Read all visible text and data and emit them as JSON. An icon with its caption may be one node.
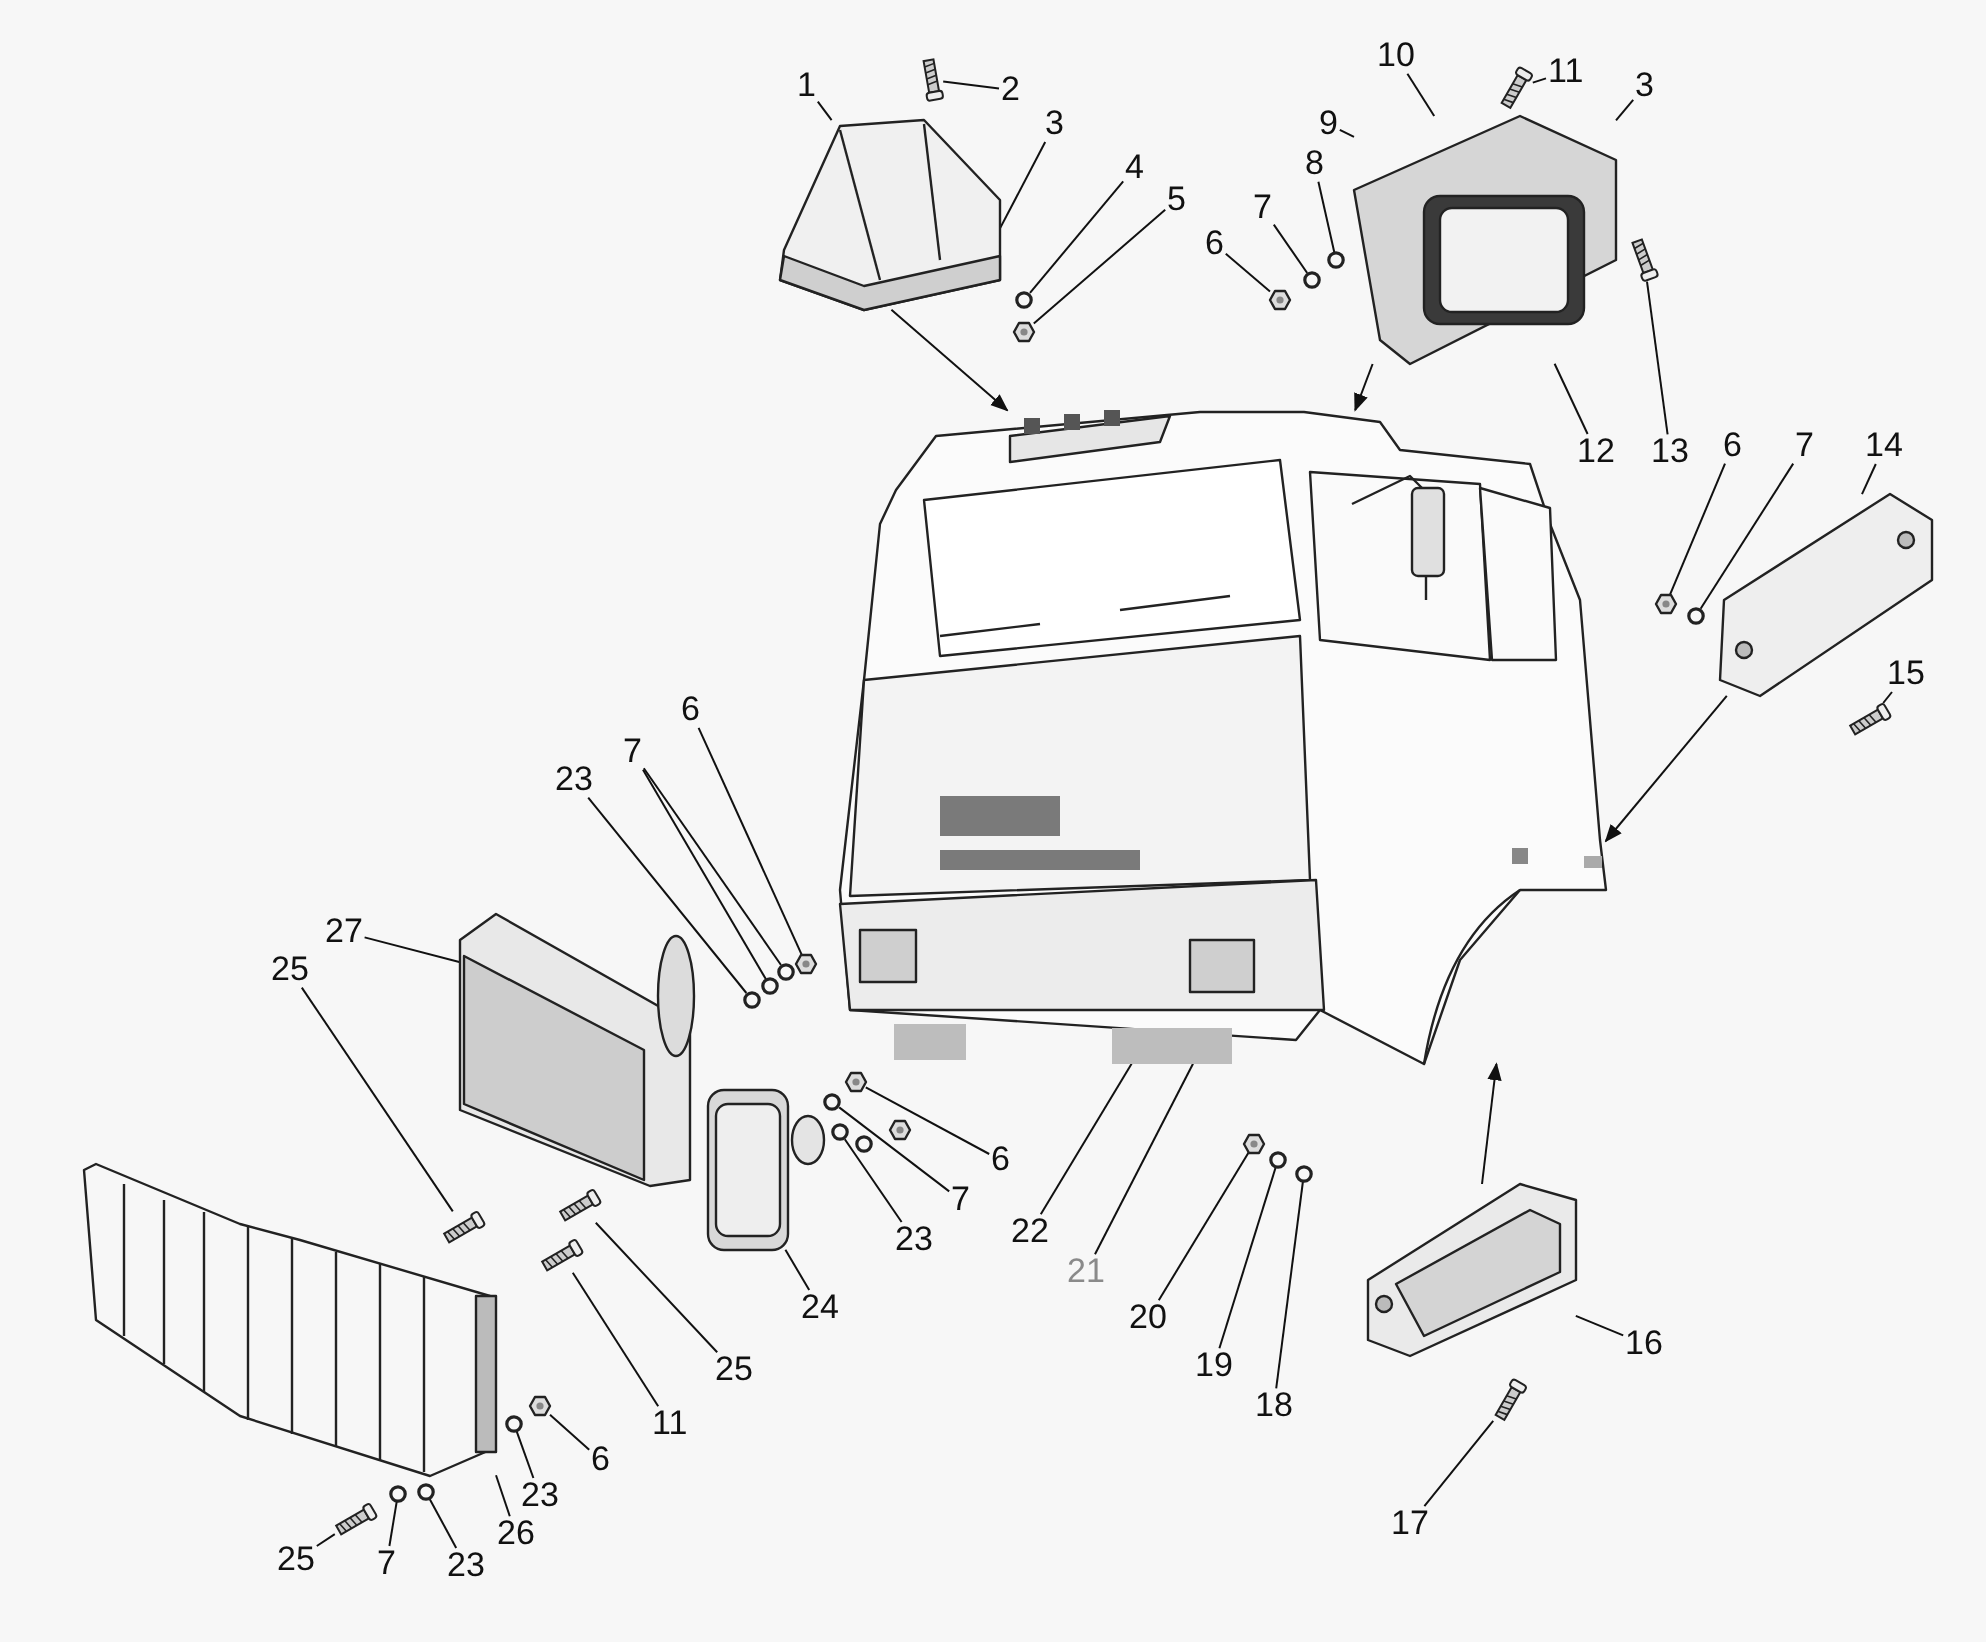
{
  "diagram": {
    "nodes": [
      {
        "text": [
          "1"
        ]
      },
      {
        "text": [
          "2"
        ]
      },
      {
        "text": [
          "10"
        ]
      },
      {
        "text": [
          "11"
        ]
      },
      {
        "text": [
          "3"
        ]
      },
      {
        "text": [
          "3"
        ]
      },
      {
        "text": [
          "9"
        ]
      },
      {
        "text": [],
        "shape": "picture"
      },
      {
        "text": [],
        "shape": "picture"
      },
      {
        "text": [
          "4"
        ]
      },
      {
        "text": [
          "8"
        ]
      },
      {
        "text": [
          "5"
        ]
      },
      {
        "text": [
          "7"
        ]
      },
      {
        "text": [
          "6"
        ]
      },
      {
        "text": [],
        "shape": "picture"
      },
      {
        "text": [
          "12"
        ]
      },
      {
        "text": [
          "13"
        ]
      },
      {
        "text": [
          "6"
        ]
      },
      {
        "text": [
          "7"
        ]
      },
      {
        "text": [
          "14"
        ]
      },
      {
        "text": [],
        "shape": "picture"
      },
      {
        "text": [
          "15"
        ]
      },
      {
        "text": [
          "6"
        ]
      },
      {
        "text": [
          "7"
        ]
      },
      {
        "text": [
          "23"
        ]
      },
      {
        "text": [
          "27"
        ]
      },
      {
        "text": [
          "25"
        ]
      },
      {
        "text": [],
        "shape": "picture"
      },
      {
        "text": [],
        "shape": "picture"
      },
      {
        "text": [],
        "shape": "picture"
      },
      {
        "text": [],
        "shape": "picture"
      },
      {
        "text": [
          "6"
        ]
      },
      {
        "text": [
          "7"
        ]
      },
      {
        "text": [
          "22"
        ]
      },
      {
        "text": [
          "23"
        ]
      },
      {
        "text": [
          "16"
        ]
      },
      {
        "text": [
          "21"
        ]
      },
      {
        "text": [
          "24"
        ]
      },
      {
        "text": [
          "20"
        ]
      },
      {
        "text": [
          "19"
        ]
      },
      {
        "text": [
          "25"
        ]
      },
      {
        "text": [
          "18"
        ]
      },
      {
        "text": [
          "11"
        ]
      },
      {
        "text": [
          "6"
        ]
      },
      {
        "text": [
          "17"
        ]
      },
      {
        "text": [
          "23"
        ]
      },
      {
        "text": [
          "26"
        ]
      },
      {
        "text": [
          "25"
        ]
      },
      {
        "text": [
          "7"
        ]
      },
      {
        "text": [
          "23"
        ]
      },
      {
        "text": [],
        "shape": "picture"
      },
      {
        "text": [],
        "shape": "circle"
      },
      {
        "text": [],
        "shape": "picture"
      },
      {
        "text": [],
        "shape": "picture"
      },
      {
        "text": [],
        "shape": "circle"
      },
      {
        "text": [],
        "shape": "circle"
      },
      {
        "text": [],
        "shape": "picture"
      },
      {
        "text": [],
        "shape": "picture"
      },
      {
        "text": [],
        "shape": "picture"
      },
      {
        "text": [],
        "shape": "circle"
      },
      {
        "text": [],
        "shape": "picture"
      },
      {
        "text": [],
        "shape": "picture"
      },
      {
        "text": [],
        "shape": "circle"
      },
      {
        "text": [],
        "shape": "circle"
      },
      {
        "text": [],
        "shape": "circle"
      },
      {
        "text": [],
        "shape": "picture"
      },
      {
        "text": [],
        "shape": "picture"
      },
      {
        "text": [],
        "shape": "circle"
      },
      {
        "text": [],
        "shape": "circle"
      },
      {
        "text": [],
        "shape": "picture"
      },
      {
        "text": [],
        "shape": "circle"
      },
      {
        "text": [],
        "shape": "circle"
      },
      {
        "text": [],
        "shape": "picture"
      },
      {
        "text": [],
        "shape": "picture"
      },
      {
        "text": [],
        "shape": "picture"
      },
      {
        "text": [],
        "shape": "circle"
      },
      {
        "text": [],
        "shape": "picture"
      },
      {
        "text": [],
        "shape": "picture"
      },
      {
        "text": [],
        "shape": "circle"
      },
      {
        "text": [],
        "shape": "circle"
      }
    ],
    "edges": [
      {
        "from": 0,
        "to": 7,
        "arrow": "none"
      },
      {
        "from": 1,
        "to": 50,
        "arrow": "none"
      },
      {
        "from": 2,
        "to": 8,
        "arrow": "none"
      },
      {
        "from": 3,
        "to": 53,
        "arrow": "none"
      },
      {
        "from": 4,
        "to": 8,
        "arrow": "none"
      },
      {
        "from": 5,
        "to": 7,
        "arrow": "none"
      },
      {
        "from": 6,
        "to": 8,
        "arrow": "none"
      },
      {
        "from": 9,
        "to": 51,
        "arrow": "none"
      },
      {
        "from": 10,
        "to": 54,
        "arrow": "none"
      },
      {
        "from": 11,
        "to": 52,
        "arrow": "none"
      },
      {
        "from": 12,
        "to": 55,
        "arrow": "none"
      },
      {
        "from": 13,
        "to": 56,
        "arrow": "none"
      },
      {
        "from": 7,
        "to": 14,
        "arrow": "to"
      },
      {
        "from": 8,
        "to": 14,
        "arrow": "to"
      },
      {
        "from": 15,
        "to": 8,
        "arrow": "none"
      },
      {
        "from": 16,
        "to": 57,
        "arrow": "none"
      },
      {
        "from": 17,
        "to": 58,
        "arrow": "none"
      },
      {
        "from": 18,
        "to": 59,
        "arrow": "none"
      },
      {
        "from": 19,
        "to": 20,
        "arrow": "none"
      },
      {
        "from": 20,
        "to": 14,
        "arrow": "to"
      },
      {
        "from": 21,
        "to": 60,
        "arrow": "none"
      },
      {
        "from": 22,
        "to": 61,
        "arrow": "none"
      },
      {
        "from": 23,
        "to": 62,
        "arrow": "none"
      },
      {
        "from": 23,
        "to": 63,
        "arrow": "none"
      },
      {
        "from": 24,
        "to": 64,
        "arrow": "none"
      },
      {
        "from": 25,
        "to": 27,
        "arrow": "none"
      },
      {
        "from": 26,
        "to": 65,
        "arrow": "none"
      },
      {
        "from": 31,
        "to": 66,
        "arrow": "none"
      },
      {
        "from": 32,
        "to": 67,
        "arrow": "none"
      },
      {
        "from": 33,
        "to": 14,
        "arrow": "none"
      },
      {
        "from": 34,
        "to": 68,
        "arrow": "none"
      },
      {
        "from": 35,
        "to": 29,
        "arrow": "none"
      },
      {
        "from": 29,
        "to": 14,
        "arrow": "to"
      },
      {
        "from": 36,
        "to": 14,
        "arrow": "none"
      },
      {
        "from": 37,
        "to": 28,
        "arrow": "none"
      },
      {
        "from": 38,
        "to": 69,
        "arrow": "none"
      },
      {
        "from": 39,
        "to": 70,
        "arrow": "none"
      },
      {
        "from": 40,
        "to": 72,
        "arrow": "none"
      },
      {
        "from": 41,
        "to": 71,
        "arrow": "none"
      },
      {
        "from": 42,
        "to": 73,
        "arrow": "none"
      },
      {
        "from": 43,
        "to": 74,
        "arrow": "none"
      },
      {
        "from": 44,
        "to": 76,
        "arrow": "none"
      },
      {
        "from": 45,
        "to": 75,
        "arrow": "none"
      },
      {
        "from": 46,
        "to": 30,
        "arrow": "none"
      },
      {
        "from": 47,
        "to": 77,
        "arrow": "none"
      },
      {
        "from": 48,
        "to": 78,
        "arrow": "none"
      },
      {
        "from": 49,
        "to": 79,
        "arrow": "none"
      }
    ]
  }
}
